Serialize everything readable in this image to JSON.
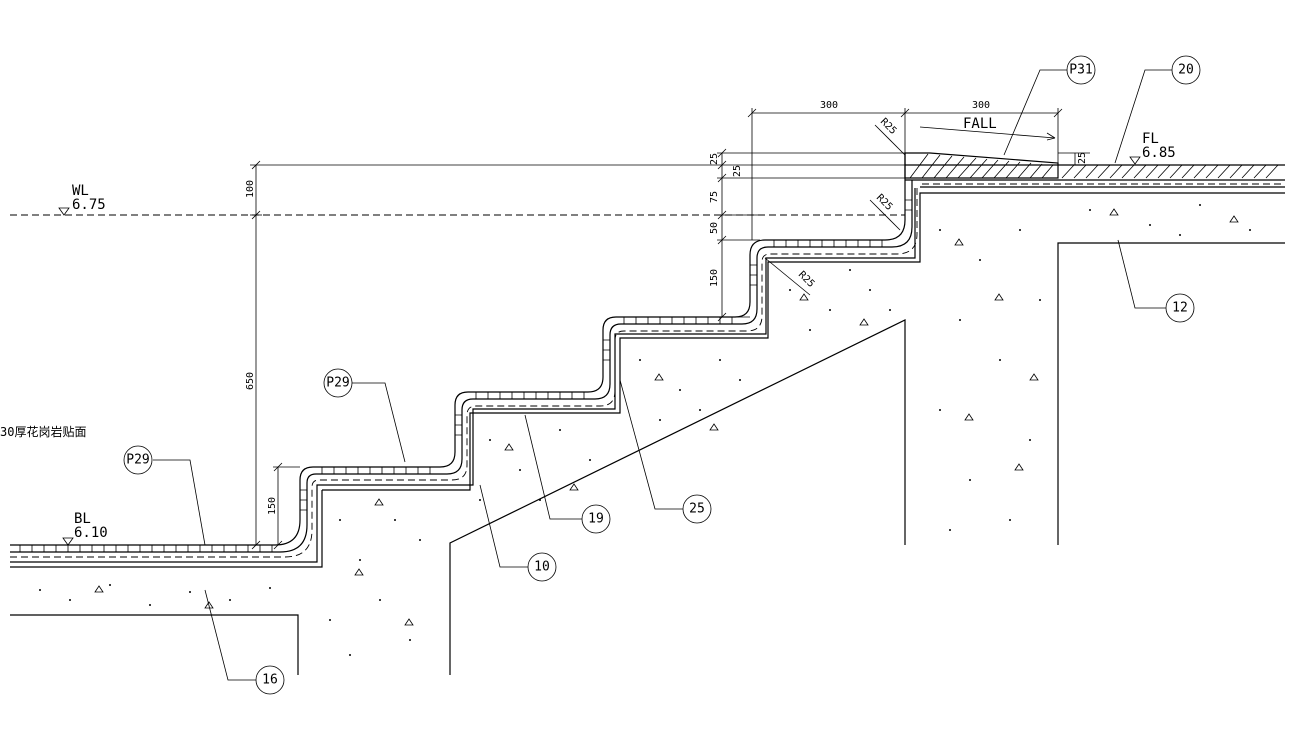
{
  "levels": {
    "wl_tag": "WL",
    "wl_value": "6.75",
    "bl_tag": "BL",
    "bl_value": "6.10",
    "fl_tag": "FL",
    "fl_value": "6.85"
  },
  "slope_label": "FALL",
  "note_text": "30厚花岗岩贴面",
  "dimensions": {
    "d300a": "300",
    "d300b": "300",
    "d25a": "25",
    "d25b": "25",
    "d25c": "25",
    "d75": "75",
    "d50": "50",
    "d150a": "150",
    "d100": "100",
    "d650": "650",
    "d150b": "150",
    "r25a": "R25",
    "r25b": "R25",
    "r25c": "R25"
  },
  "callouts": {
    "p31": "P31",
    "c20": "20",
    "c12": "12",
    "p29a": "P29",
    "p29b": "P29",
    "c19": "19",
    "c25": "25",
    "c10": "10",
    "c16": "16"
  }
}
